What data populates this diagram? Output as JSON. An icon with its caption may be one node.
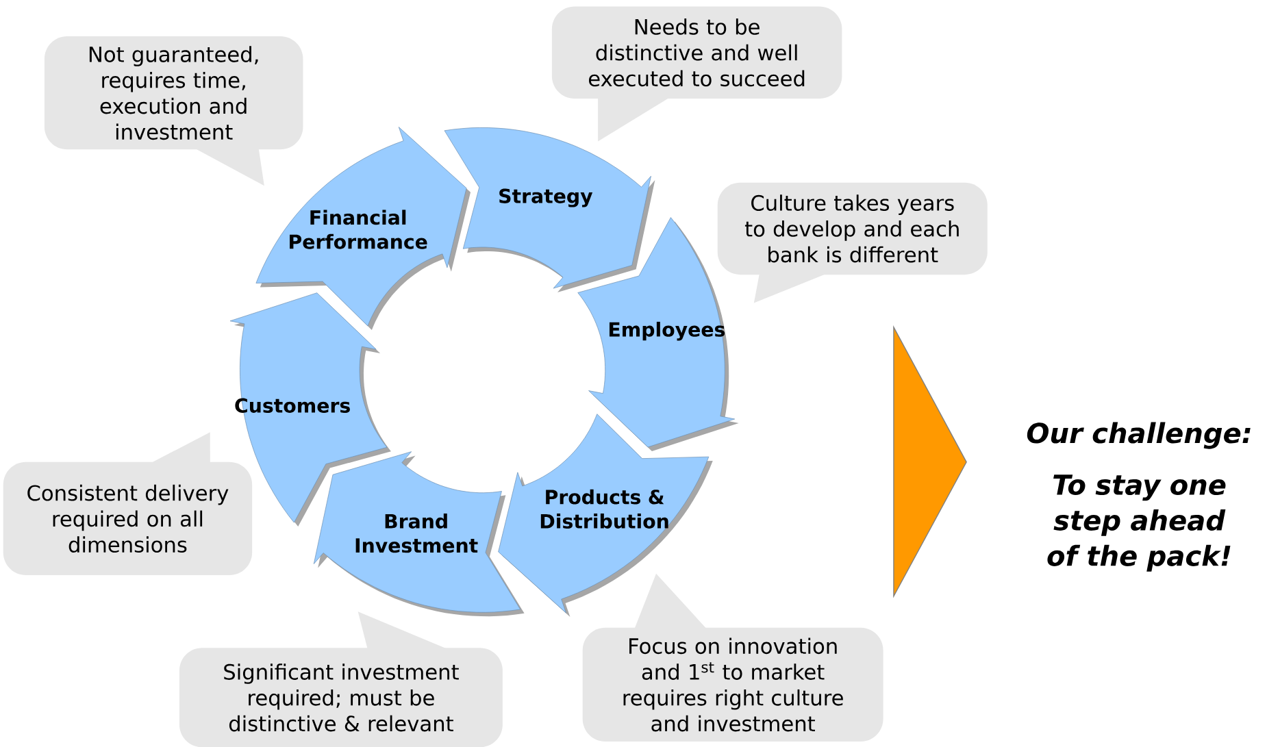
{
  "diagram": {
    "nodes": [
      {
        "text": [
          "Strategy"
        ]
      },
      {
        "text": [
          "Employees"
        ]
      },
      {
        "text": [
          "Products & Distribution"
        ]
      },
      {
        "text": [
          "Brand Investment"
        ]
      },
      {
        "text": [
          "Customers"
        ]
      },
      {
        "text": [
          "Financial Performance"
        ]
      },
      {
        "text": [
          "Not guaranteed, requires time, execution and investment"
        ]
      },
      {
        "text": [
          "Needs to be distinctive and well executed to succeed"
        ]
      },
      {
        "text": [
          "Culture takes years to develop and each bank is different"
        ]
      },
      {
        "text": [
          "Consistent delivery required on all dimensions"
        ]
      },
      {
        "text": [
          "Significant investment required; must be distinctive & relevant"
        ]
      },
      {
        "text": [
          "Focus on innovation and 1$^{st}$ to market requires right culture and investment"
        ]
      },
      {
        "text": [
          "Our challenge:",
          "To stay one step ahead of the pack!"
        ]
      }
    ]
  }
}
